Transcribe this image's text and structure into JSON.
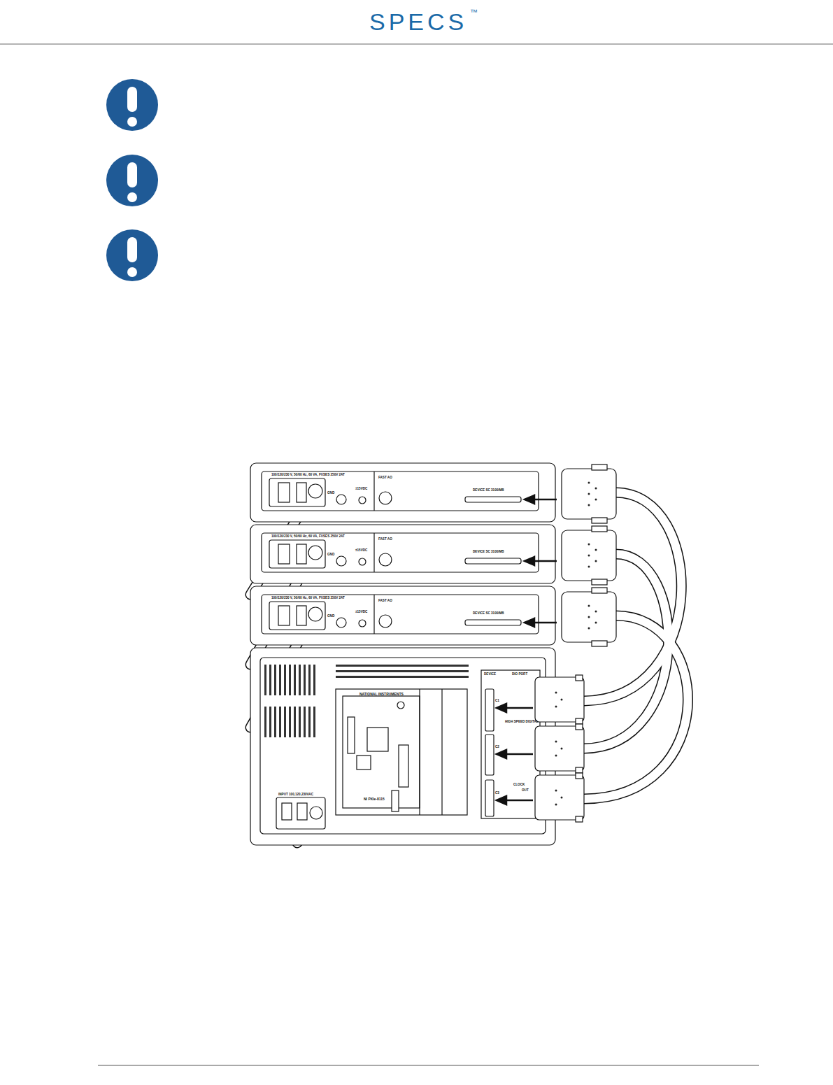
{
  "diagram": {
    "labels": [
      "SPECS",
      "™",
      "100/120/230 V, 50/60 Hz, 60 VA, FUSES 250V 2AT",
      "GND",
      "±15VDC",
      "FAST AO",
      "DEVICE SC 3100/MB",
      "100/120/230 V, 50/60 Hz, 60 VA, FUSES 250V 2AT",
      "GND",
      "±15VDC",
      "FAST AO",
      "DEVICE SC 3100/MB",
      "100/120/230 V, 50/60 Hz, 60 VA, FUSES 250V 2AT",
      "GND",
      "±15VDC",
      "FAST AO",
      "DEVICE SC 3100/MB",
      "NATIONAL INSTRUMENTS",
      "NI PXIe-8115",
      "DEVICE",
      "DIO PORT",
      "HIGH SPEED DIGITAL",
      "CLOCK",
      "OUT",
      "C1",
      "C2",
      "C3",
      "INPUT 100,120,230VAC"
    ]
  }
}
